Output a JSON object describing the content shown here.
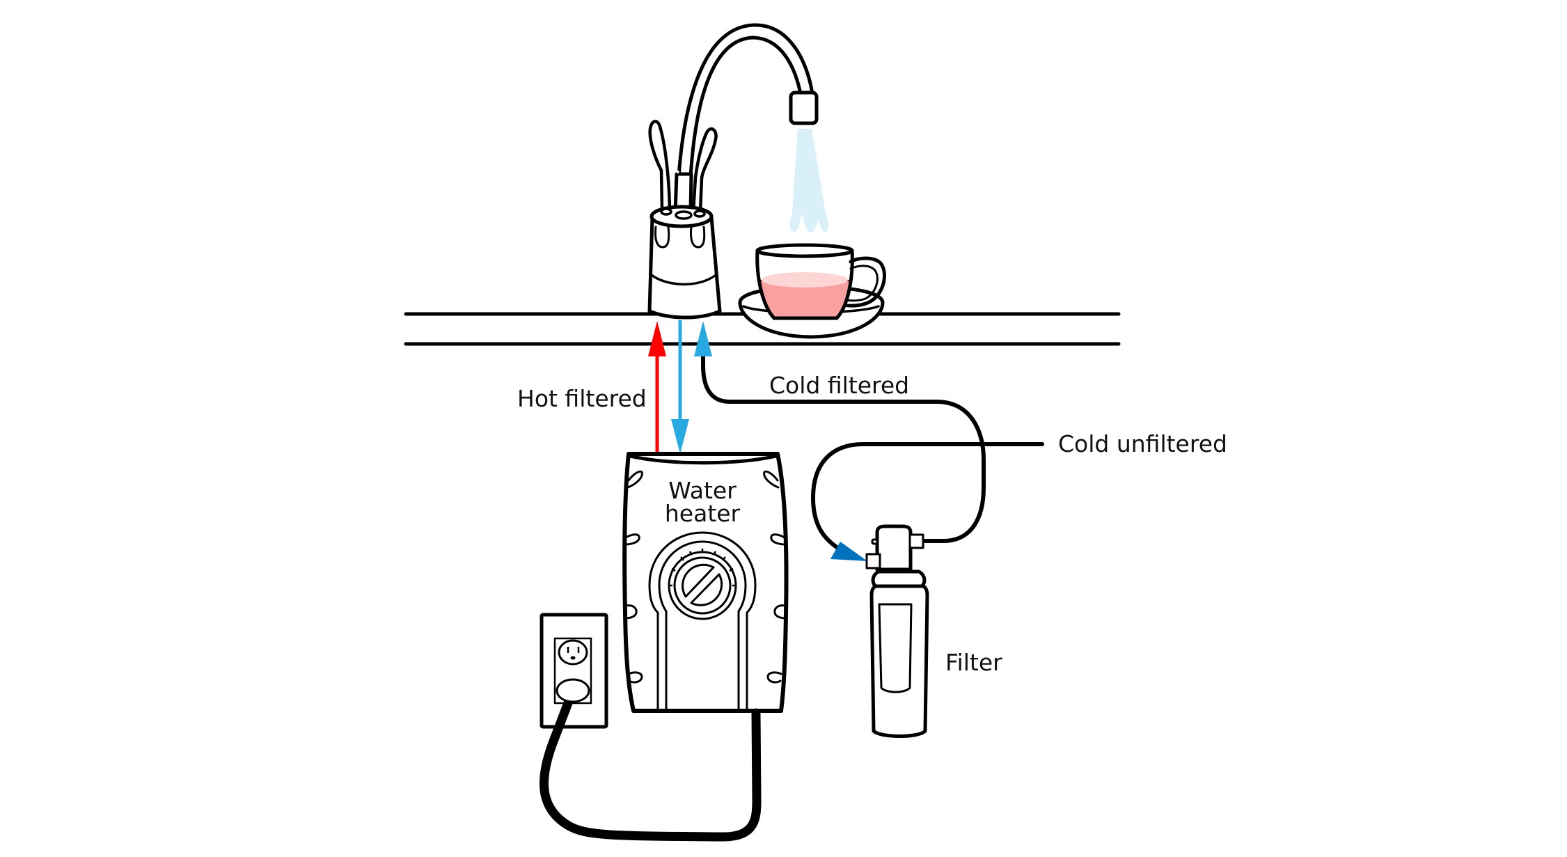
{
  "diagram": {
    "title": "Instant hot water dispenser plumbing",
    "labels": {
      "hot_filtered": "Hot filtered",
      "cold_filtered": "Cold filtered",
      "cold_unfiltered": "Cold unfiltered",
      "filter": "Filter",
      "water_heater_line1": "Water",
      "water_heater_line2": "heater"
    },
    "colors": {
      "hot": "#FF0000",
      "cold_filtered": "#29A9E1",
      "cold_unfiltered": "#0071BC",
      "tea": "#F9A0A0",
      "tea_surface": "#FDD5D5",
      "water_stream": "#DAF0F9",
      "outline": "#000000"
    },
    "flows": [
      {
        "name": "Hot filtered",
        "from": "Water heater",
        "to": "Faucet"
      },
      {
        "name": "Cold filtered",
        "from": "Faucet",
        "to": "Water heater"
      },
      {
        "name": "Cold filtered",
        "from": "Filter",
        "to": "Faucet"
      },
      {
        "name": "Cold unfiltered",
        "from": "Supply",
        "to": "Filter"
      }
    ]
  }
}
